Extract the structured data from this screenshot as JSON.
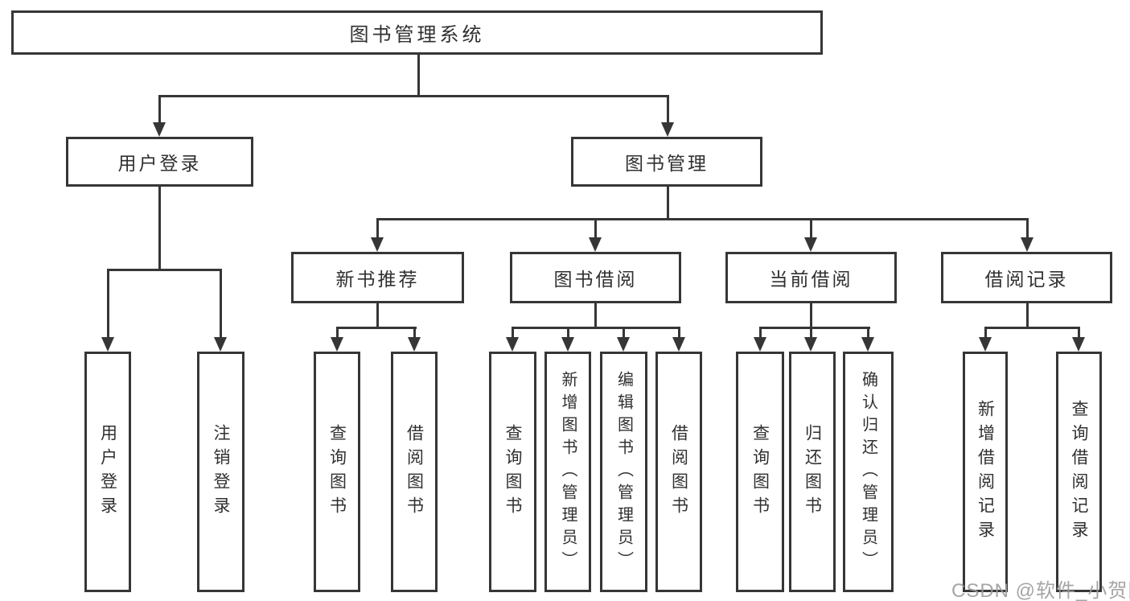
{
  "colors": {
    "line": "#363636",
    "text": "#303030",
    "background": "#ffffff",
    "watermark": "#9c9c9c"
  },
  "watermark": {
    "text": "CSDN @软件_小贺同学"
  },
  "tree": {
    "root": {
      "label": "图书管理系统"
    },
    "user_login": {
      "label": "用户登录",
      "children": {
        "login": {
          "label": "用户登录"
        },
        "logout": {
          "label": "注销登录"
        }
      }
    },
    "book_mgmt": {
      "label": "图书管理",
      "children": {
        "new_books": {
          "label": "新书推荐",
          "children": {
            "query": {
              "label": "查询图书"
            },
            "borrow": {
              "label": "借阅图书"
            }
          }
        },
        "borrowing": {
          "label": "图书借阅",
          "children": {
            "query": {
              "label": "查询图书"
            },
            "add": {
              "label": "新增图书（管理员）"
            },
            "edit": {
              "label": "编辑图书（管理员）"
            },
            "borrow": {
              "label": "借阅图书"
            }
          }
        },
        "current": {
          "label": "当前借阅",
          "children": {
            "query": {
              "label": "查询图书"
            },
            "return": {
              "label": "归还图书"
            },
            "confirm": {
              "label": "确认归还（管理员）"
            }
          }
        },
        "records": {
          "label": "借阅记录",
          "children": {
            "add": {
              "label": "新增借阅记录"
            },
            "query": {
              "label": "查询借阅记录"
            }
          }
        }
      }
    }
  }
}
